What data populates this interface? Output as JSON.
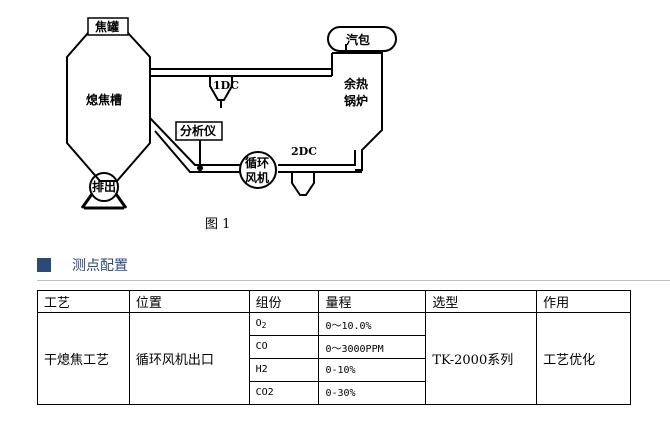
{
  "diagram": {
    "labels": {
      "coke_tank": "焦罐",
      "drum": "汽包",
      "quench_tank": "熄焦槽",
      "dc1": "1DC",
      "boiler_line1": "余热",
      "boiler_line2": "锅炉",
      "analyzer": "分析仪",
      "dc2": "2DC",
      "fan_line1": "循环",
      "fan_line2": "风机",
      "discharge": "排出"
    },
    "caption": "图 1"
  },
  "section": {
    "title": "测点配置"
  },
  "table": {
    "headers": [
      "工艺",
      "位置",
      "组份",
      "量程",
      "选型",
      "作用"
    ],
    "process": "干熄焦工艺",
    "location": "循环风机出口",
    "model": "TK-2000系列",
    "purpose": "工艺优化",
    "rows": [
      {
        "component_main": "O",
        "component_sub": "2",
        "range": "0～10.0%"
      },
      {
        "component_main": "CO",
        "component_sub": "",
        "range": "0～3000PPM"
      },
      {
        "component_main": "H2",
        "component_sub": "",
        "range": "0-10%"
      },
      {
        "component_main": "CO2",
        "component_sub": "",
        "range": "0-30%"
      }
    ]
  }
}
